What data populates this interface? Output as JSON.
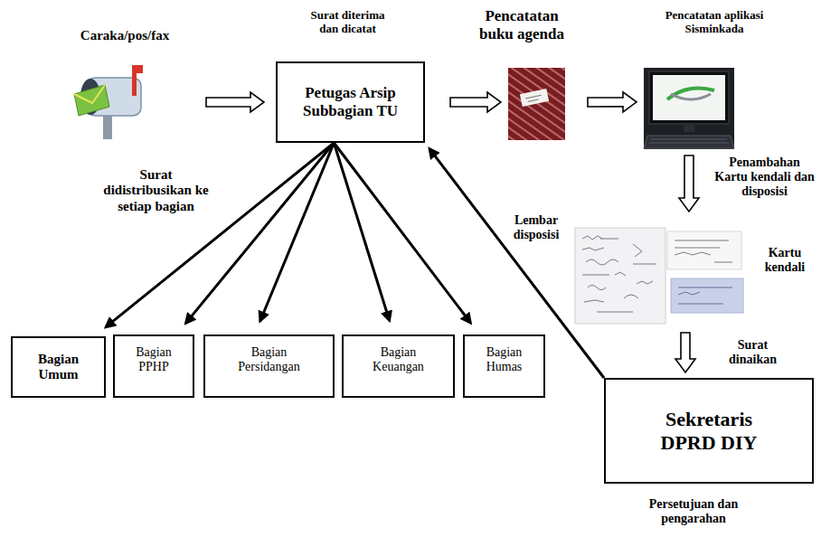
{
  "diagram": {
    "nodes": [
      {
        "text": [
          "Caraka/pos/fax"
        ]
      },
      {
        "text": [
          "Petugas Arsip Subbagian TU"
        ]
      },
      {
        "text": [
          "Pencatatan buku agenda"
        ]
      },
      {
        "text": [
          "Pencatatan aplikasi Sisminkada"
        ]
      },
      {
        "text": [
          "Lembar disposisi",
          "Kartu kendali"
        ]
      },
      {
        "text": [
          "Sekretaris DPRD DIY",
          "Persetujuan dan pengarahan"
        ]
      },
      {
        "text": [
          "Bagian Umum"
        ]
      },
      {
        "text": [
          "Bagian PPHP"
        ]
      },
      {
        "text": [
          "Bagian Persidangan"
        ]
      },
      {
        "text": [
          "Bagian Keuangan"
        ]
      },
      {
        "text": [
          "Bagian Humas"
        ]
      }
    ],
    "edges": [
      {
        "from": 0,
        "to": 1,
        "arrow": "to"
      },
      {
        "from": 1,
        "to": 2,
        "arrow": "to"
      },
      {
        "from": 2,
        "to": 3,
        "arrow": "to"
      },
      {
        "from": 3,
        "to": 4,
        "arrow": "to",
        "label": "Penambahan Kartu kendali dan disposisi"
      },
      {
        "from": 4,
        "to": 5,
        "arrow": "to",
        "label": "Surat dinaikan"
      },
      {
        "from": 5,
        "to": 1,
        "arrow": "to"
      },
      {
        "from": 1,
        "to": 6,
        "arrow": "to"
      },
      {
        "from": 1,
        "to": 7,
        "arrow": "to"
      },
      {
        "from": 1,
        "to": 8,
        "arrow": "to"
      },
      {
        "from": 1,
        "to": 9,
        "arrow": "to"
      },
      {
        "from": 1,
        "to": 10,
        "arrow": "to"
      }
    ],
    "labels": [
      "Surat diterima dan dicatat",
      "Surat didistribusikan ke setiap bagian"
    ]
  }
}
